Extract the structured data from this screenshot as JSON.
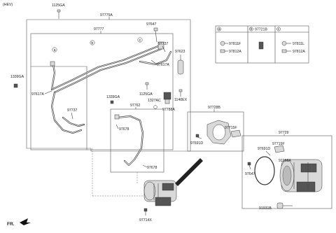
{
  "header": {
    "variant": "(HEV)"
  },
  "direction": {
    "label": "FR."
  },
  "legend": {
    "cols": [
      {
        "key": "a",
        "parts": [
          "97811F",
          "97812A"
        ]
      },
      {
        "key": "b",
        "parts": [
          "97721B"
        ]
      },
      {
        "key": "c",
        "parts": [
          "97811L",
          "97812A"
        ]
      }
    ]
  },
  "callouts": {
    "circle_a": "a",
    "circle_b": "b",
    "circle_c": "c"
  },
  "labels": {
    "p1125GA_top": "1125GA",
    "p97775A": "97775A",
    "p97777": "97777",
    "p97647_top": "97647",
    "p97737_top": "97737",
    "p97623": "97623",
    "p97617A_right": "97617A",
    "p1339GA_left": "1339GA",
    "p97617A_left": "97617A",
    "p97737_low": "97737",
    "p1339GA_mid": "1339GA",
    "p1125GA_mid": "1125GA",
    "p1327AC": "1327AC",
    "p97788A": "97788A",
    "p1140EX": "1140EX",
    "p97762": "97762",
    "p97678_a": "97678",
    "p97678_b": "97678",
    "p97714X": "97714X",
    "p97728B": "97728B",
    "p97715F_a": "97715F",
    "p97691D_a": "97691D",
    "p97729": "97729",
    "p97715F_b": "97715F",
    "p97691D_b": "97691D",
    "p91958A": "91958A",
    "p97647_low": "97647",
    "p91931B": "91931B"
  }
}
